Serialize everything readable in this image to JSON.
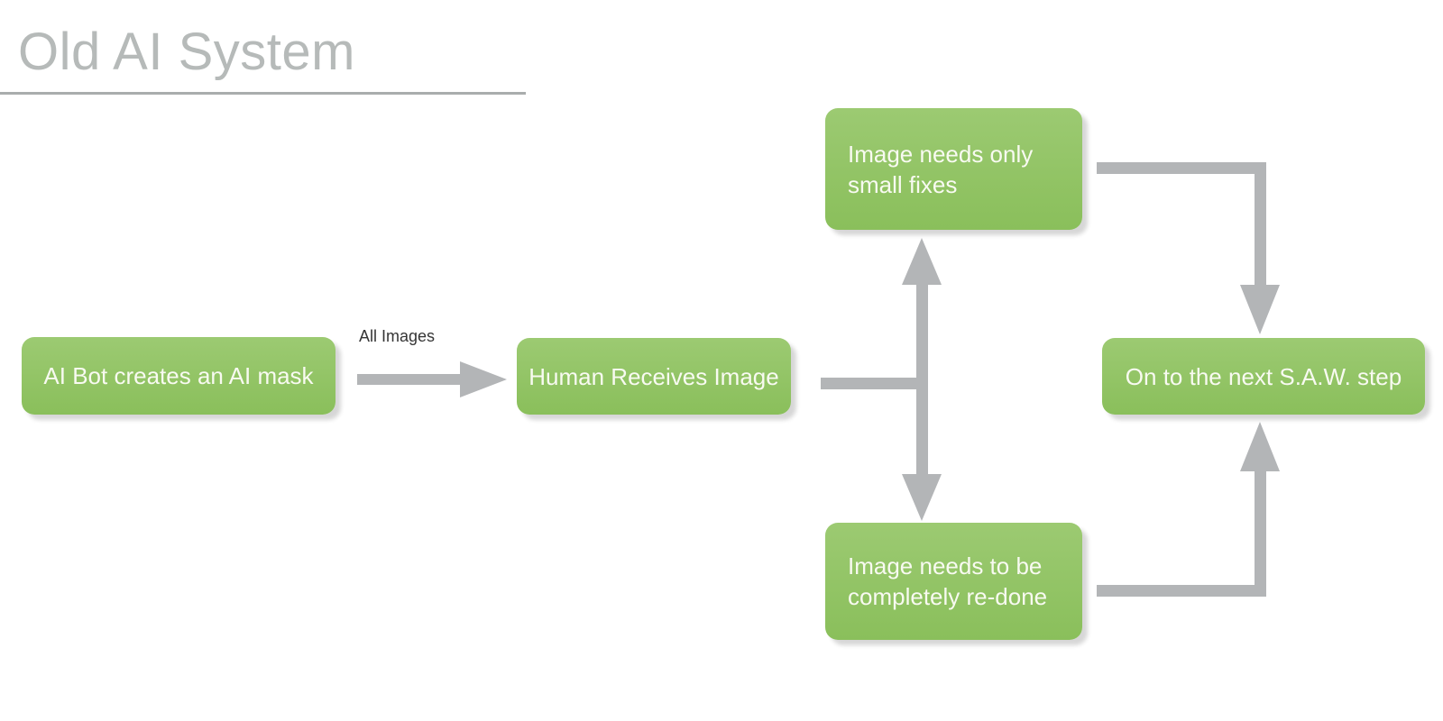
{
  "title": "Old AI System",
  "colors": {
    "background": "#ffffff",
    "node_fill_top": "#9cca72",
    "node_fill_bottom": "#8abf5b",
    "node_text": "#f8faf1",
    "connector": "#b3b5b7",
    "title_text": "#b6bab9",
    "title_rule": "#a9adad",
    "edge_label_text": "#353535"
  },
  "nodes": {
    "ai_bot": {
      "label": "AI Bot creates an AI mask"
    },
    "human": {
      "label": "Human Receives Image"
    },
    "small_fixes": {
      "label": "Image needs only\nsmall fixes"
    },
    "redone": {
      "label": "Image needs to be\ncompletely re-done"
    },
    "next_step": {
      "label": "On to the next S.A.W. step"
    }
  },
  "edges": {
    "ai_bot_to_human": {
      "label": "All Images"
    }
  }
}
